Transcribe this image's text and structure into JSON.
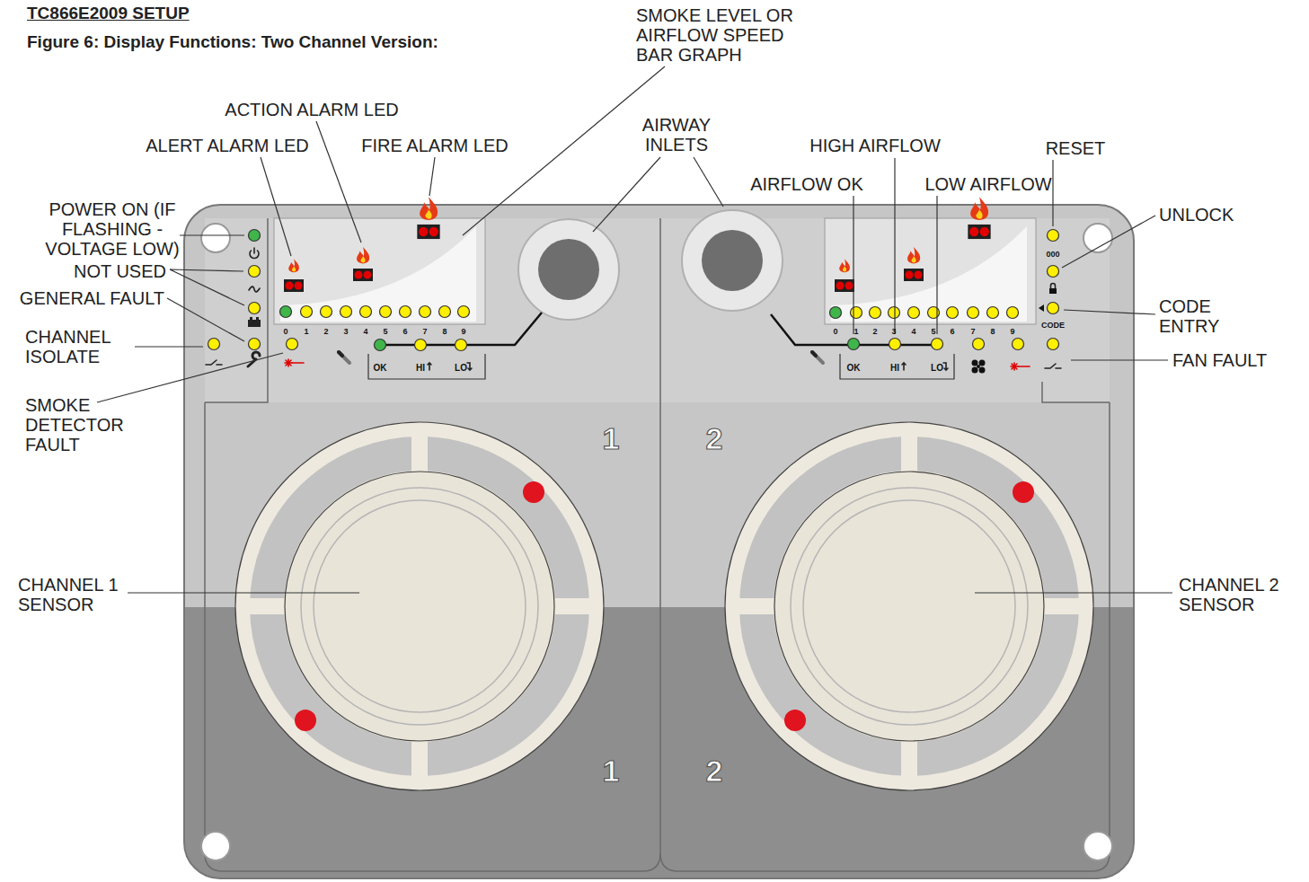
{
  "diagram": {
    "title": "TC866E2009 SETUP",
    "caption": "Figure 6: Display Functions: Two Channel Version:",
    "labels": [
      "SMOKE LEVEL OR AIRFLOW SPEED BAR GRAPH",
      "ACTION ALARM LED",
      "ALERT ALARM LED",
      "FIRE ALARM LED",
      "AIRWAY INLETS",
      "HIGH AIRFLOW",
      "RESET",
      "POWER ON (IF FLASHING - VOLTAGE LOW)",
      "AIRFLOW OK",
      "LOW AIRFLOW",
      "UNLOCK",
      "NOT USED",
      "GENERAL FAULT",
      "CODE ENTRY",
      "CHANNEL ISOLATE",
      "FAN FAULT",
      "SMOKE DETECTOR FAULT",
      "CHANNEL 1 SENSOR",
      "CHANNEL 2 SENSOR",
      "0",
      "1",
      "2",
      "3",
      "4",
      "5",
      "6",
      "7",
      "8",
      "9",
      "OK",
      "HI",
      "LO",
      "000",
      "CODE",
      "0",
      "1",
      "2",
      "3",
      "4",
      "5",
      "6",
      "7",
      "8",
      "9",
      "OK",
      "HI",
      "LO",
      "1",
      "2",
      "1",
      "2"
    ]
  }
}
